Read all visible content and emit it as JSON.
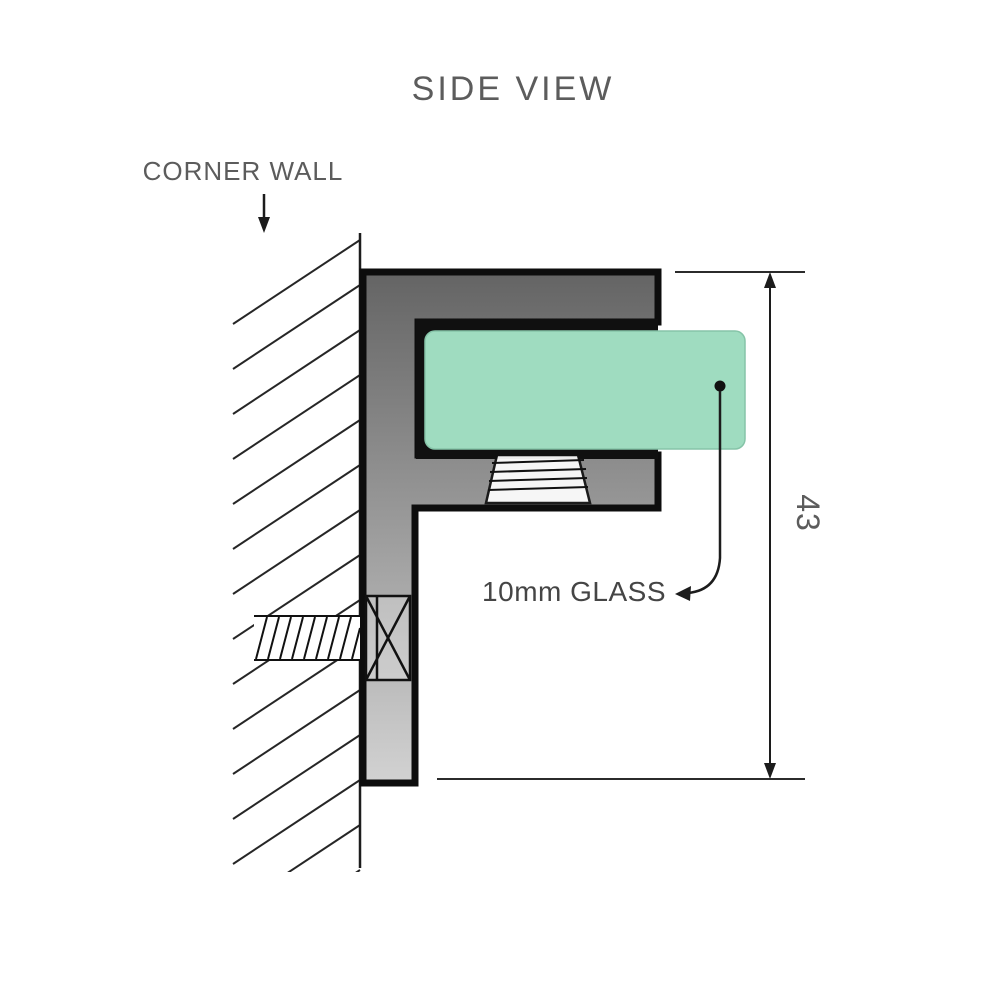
{
  "diagram": {
    "title": "SIDE VIEW",
    "wall_label": "CORNER WALL",
    "glass_label": "10mm GLASS",
    "dimension_value": "43"
  },
  "colors": {
    "glass": "#9fdcc0",
    "bracket_top": "#646464",
    "bracket_bottom": "#d2d2d2",
    "text_gray": "#5c5c5c",
    "callout_text": "#454545",
    "line_black": "#1c1c1c"
  }
}
